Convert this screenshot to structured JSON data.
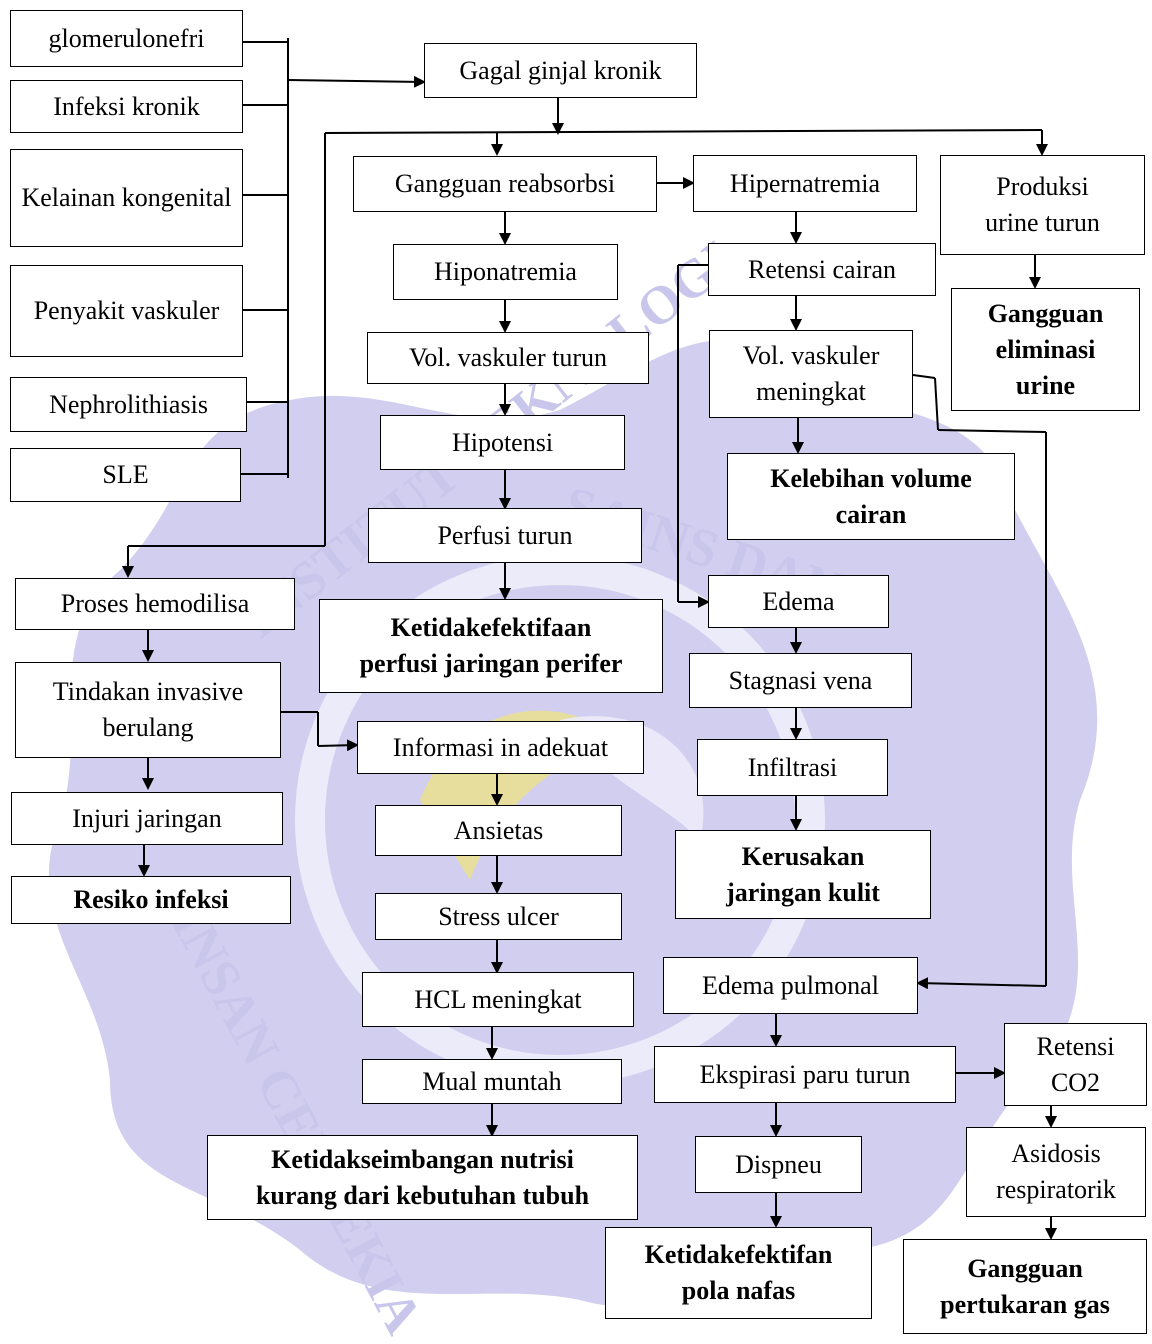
{
  "causes": {
    "glomerulonefri": "glomerulonefri",
    "infeksi_kronik": "Infeksi kronik",
    "kelainan_kongenital": "Kelainan kongenital",
    "penyakit_vaskuler": "Penyakit vaskuler",
    "nephrolithiasis": "Nephrolithiasis",
    "sle": "SLE"
  },
  "center": {
    "gagal_ginjal_kronik": "Gagal ginjal kronik"
  },
  "col_mid": {
    "gangguan_reabsorbsi": "Gangguan reabsorbsi",
    "hiponatremia": "Hiponatremia",
    "vol_vaskuler_turun": "Vol. vaskuler turun",
    "hipotensi": "Hipotensi",
    "perfusi_turun": "Perfusi turun",
    "dx_perfusi": "Ketidakefektifaan perfusi jaringan perifer",
    "informasi": "Informasi in adekuat",
    "ansietas": "Ansietas",
    "stress_ulcer": "Stress ulcer",
    "hcl_meningkat": "HCL meningkat",
    "mual_muntah": "Mual muntah",
    "dx_nutrisi": "Ketidakseimbangan nutrisi kurang dari kebutuhan tubuh"
  },
  "col_left": {
    "proses_hemodilisa": "Proses hemodilisa",
    "tindakan_invasive": "Tindakan invasive berulang",
    "injuri_jaringan": "Injuri jaringan",
    "dx_infeksi": "Resiko infeksi"
  },
  "col_right": {
    "hipernatremia": "Hipernatremia",
    "retensi_cairan": "Retensi cairan",
    "vol_vaskuler_meningkat": "Vol. vaskuler meningkat",
    "dx_volume": "Kelebihan volume cairan",
    "edema": "Edema",
    "stagnasi_vena": "Stagnasi vena",
    "infiltrasi": "Infiltrasi",
    "dx_kulit": "Kerusakan jaringan kulit",
    "edema_pulmonal": "Edema pulmonal",
    "ekspirasi_paru_turun": "Ekspirasi paru turun",
    "dispneu": "Dispneu",
    "dx_nafas": "Ketidakefektifan pola nafas"
  },
  "col_far": {
    "produksi_urine_turun": "Produksi urine turun",
    "dx_eliminasi": "Gangguan eliminasi urine",
    "retensi_co2": "Retensi CO2",
    "asidosis_respiratorik": "Asidosis respiratorik",
    "dx_gas": "Gangguan pertukaran gas"
  },
  "colors": {
    "line": "#000000",
    "watermark": "#c9c6ec",
    "watermark_accent": "#ece28a"
  }
}
